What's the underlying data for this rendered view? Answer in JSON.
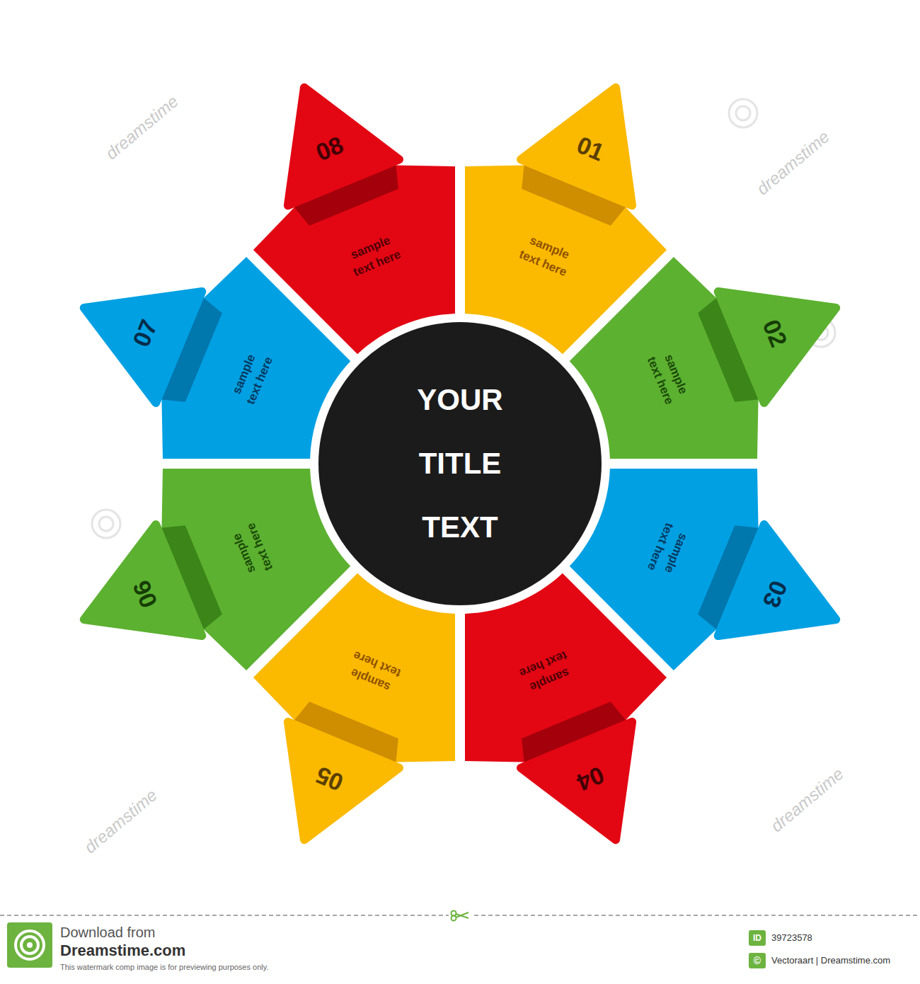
{
  "diagram": {
    "nodes": [
      {
        "text": [
          "YOUR TITLE TEXT"
        ]
      },
      {
        "text": [
          "01",
          "sample text here"
        ]
      },
      {
        "text": [
          "02",
          "sample text here"
        ]
      },
      {
        "text": [
          "03",
          "sample text here"
        ]
      },
      {
        "text": [
          "04",
          "sample text here"
        ]
      },
      {
        "text": [
          "05",
          "sample text here"
        ]
      },
      {
        "text": [
          "06",
          "sample text here"
        ]
      },
      {
        "text": [
          "07",
          "sample text here"
        ]
      },
      {
        "text": [
          "08",
          "sample text here"
        ]
      }
    ],
    "labels": [
      "dreamstime",
      "dreamstime",
      "dreamstime",
      "dreamstime",
      "Download from",
      "Dreamstime.com",
      "This watermark comp image is for previewing purposes only.",
      "ID",
      "39723578",
      "©",
      "Vectoraart | Dreamstime.com"
    ]
  }
}
